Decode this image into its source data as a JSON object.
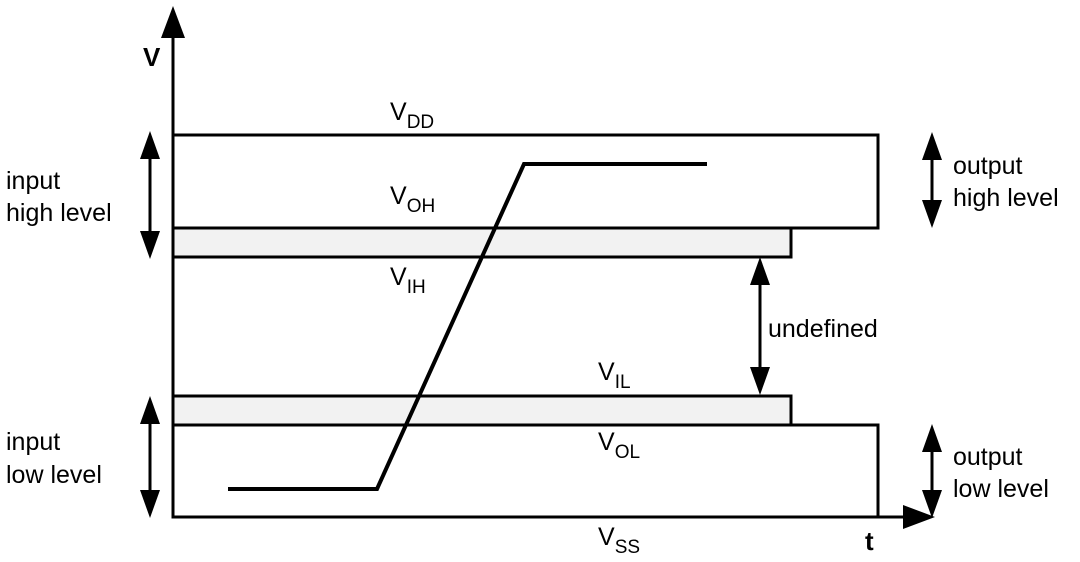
{
  "axes": {
    "y_label": "V",
    "x_label": "t"
  },
  "levels": {
    "vdd": {
      "main": "V",
      "sub": "DD"
    },
    "voh": {
      "main": "V",
      "sub": "OH"
    },
    "vih": {
      "main": "V",
      "sub": "IH"
    },
    "vil": {
      "main": "V",
      "sub": "IL"
    },
    "vol": {
      "main": "V",
      "sub": "OL"
    },
    "vss": {
      "main": "V",
      "sub": "SS"
    }
  },
  "regions": {
    "input_high": [
      "input",
      "high level"
    ],
    "input_low": [
      "input",
      "low level"
    ],
    "output_high": [
      "output",
      "high level"
    ],
    "output_low": [
      "output",
      "low level"
    ],
    "undefined": "undefined"
  },
  "colors": {
    "line": "#000000",
    "band_fill": "#f2f2f2",
    "background": "#ffffff"
  }
}
